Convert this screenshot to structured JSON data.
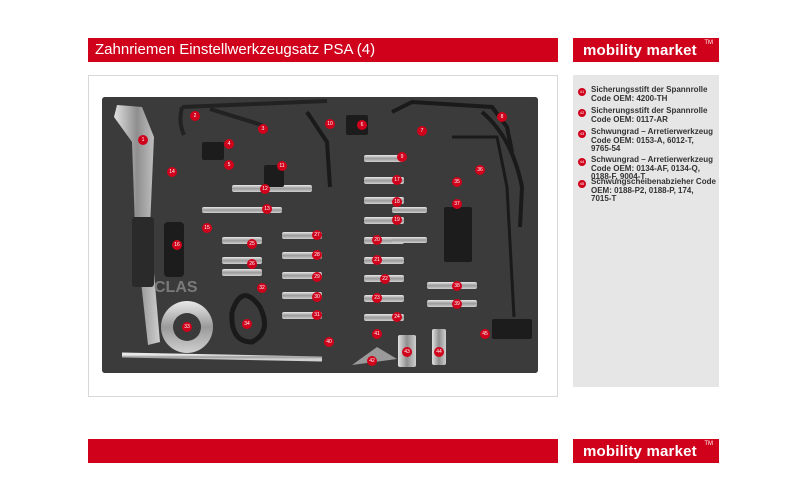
{
  "header": {
    "title": "Zahnriemen Einstellwerkzeugsatz PSA (4)"
  },
  "logo": {
    "text": "mobility market",
    "tm": "TM"
  },
  "photo": {
    "brand_stamp": "CLAS"
  },
  "markers": [
    "1",
    "2",
    "3",
    "4",
    "5",
    "6",
    "7",
    "8",
    "9",
    "10",
    "11",
    "12",
    "13",
    "14",
    "15",
    "16",
    "17",
    "18",
    "19",
    "20",
    "21",
    "22",
    "23",
    "24",
    "25",
    "26",
    "27",
    "28",
    "29",
    "30",
    "31",
    "32",
    "33",
    "34",
    "35",
    "36",
    "37",
    "38",
    "39",
    "40",
    "41",
    "42",
    "43",
    "44",
    "45"
  ],
  "sidebar": {
    "items": [
      {
        "num": "41",
        "text": "Sicherungsstift der Spannrolle Code OEM: 4200-TH"
      },
      {
        "num": "42",
        "text": "Sicherungsstift der Spannrolle Code OEM: 0117-AR"
      },
      {
        "num": "43",
        "text": "Schwungrad – Arretierwerkzeug Code OEM: 0153-A, 6012-T, 9765-54"
      },
      {
        "num": "44",
        "text": "Schwungrad – Arretierwerkzeug Code OEM: 0134-AF, 0134-Q, 0188-F, 9004-T"
      },
      {
        "num": "45",
        "text": "Schwungscheibenabzieher Code OEM: 0188-P2, 0188-P, 174, 7015-T"
      }
    ]
  },
  "colors": {
    "brand_red": "#d0011b",
    "tray": "#3a3a3a",
    "sidebar_bg": "#e6e6e6"
  }
}
